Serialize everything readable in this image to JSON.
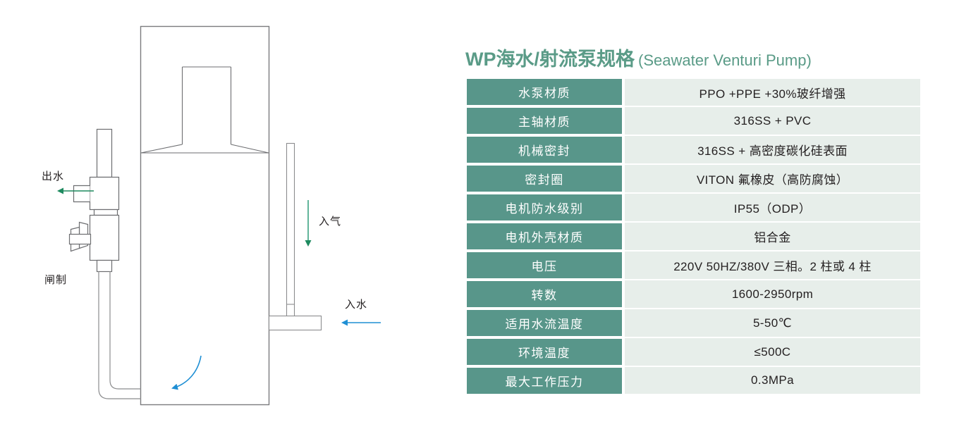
{
  "diagram": {
    "name": "seawater-venturi-pump-schematic",
    "labels": {
      "outlet": "出水",
      "gate": "闸制",
      "air_inlet": "入气",
      "water_inlet": "入水"
    },
    "colors": {
      "green_arrow": "#1e8a5f",
      "blue_arrow": "#1f8fd4",
      "outline": "#6d6e71",
      "foam": "#a6a6a6"
    }
  },
  "spec": {
    "title_cn": "WP海水/射流泵规格",
    "title_en": "(Seawater Venturi Pump)",
    "accent_color": "#58968a",
    "value_bg_color": "#e7eeea",
    "rows": [
      {
        "label": "水泵材质",
        "value": "PPO +PPE +30%玻纤增强"
      },
      {
        "label": "主轴材质",
        "value": "316SS + PVC"
      },
      {
        "label": "机械密封",
        "value": "316SS + 高密度碳化硅表面"
      },
      {
        "label": "密封圈",
        "value": "VITON 氟橡皮（高防腐蚀）"
      },
      {
        "label": "电机防水级别",
        "value": "IP55（ODP）"
      },
      {
        "label": "电机外壳材质",
        "value": "铝合金"
      },
      {
        "label": "电压",
        "value": "220V 50HZ/380V 三相。2 柱或 4 柱"
      },
      {
        "label": "转数",
        "value": "1600-2950rpm"
      },
      {
        "label": "适用水流温度",
        "value": "5-50℃"
      },
      {
        "label": "环境温度",
        "value": "≤500C"
      },
      {
        "label": "最大工作压力",
        "value": "0.3MPa"
      }
    ]
  }
}
